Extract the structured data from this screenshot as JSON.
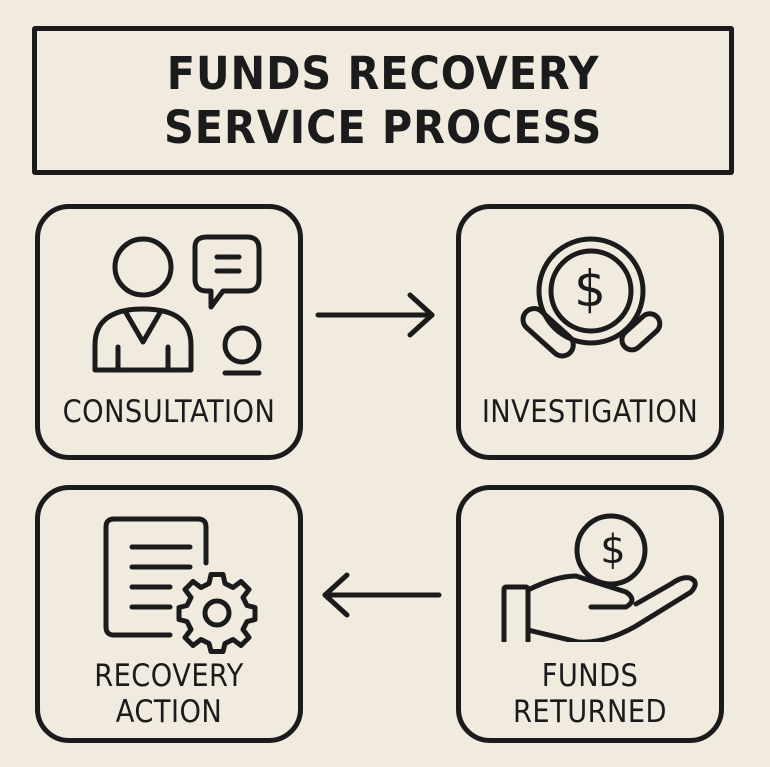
{
  "title": {
    "line1": "FUNDS RECOVERY",
    "line2": "SERVICE PROCESS"
  },
  "steps": [
    {
      "label": "CONSULTATION",
      "icon": "consultation-person-speech-icon"
    },
    {
      "label": "INVESTIGATION",
      "icon": "magnifier-dollar-icon"
    },
    {
      "label_line1": "RECOVERY",
      "label_line2": "ACTION",
      "icon": "document-gear-icon"
    },
    {
      "label_line1": "FUNDS",
      "label_line2": "RETURNED",
      "icon": "hand-coin-icon"
    }
  ],
  "icon_glyphs": {
    "dollar": "$"
  },
  "colors": {
    "background": "#f1ebdf",
    "ink": "#1b1b1b"
  }
}
